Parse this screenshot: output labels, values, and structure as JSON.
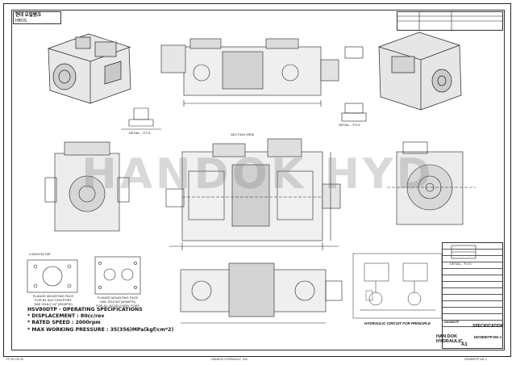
{
  "header": {
    "left_logo": "현대 오일뱅크",
    "left_sub": "HBOS"
  },
  "watermark": "HANDOK HYD",
  "specs": {
    "title": "HSV80DTP - OPERATING SPECIFICATIONS",
    "lines": [
      "* DISPLACEMENT : 80cc/rev",
      "* RATED SPEED : 2000rpm",
      "* MAX WORKING PRESSURE : 35(356)MPa(kgf/cm*2)"
    ]
  },
  "captions": {
    "flange_suction": "FLANGE MOUNTING FACE",
    "flange_suction_2": "FOR B1 SUCTION PORT",
    "flange_suction_3": "SAE J518-2 1/2\"(3000PSI)",
    "flange_delivery": "FLANGE MOUNTING FACE",
    "flange_delivery_2": "SAE J518 3/4\"(6000PSI)",
    "flange_delivery_3": "FOR A1, A2 DELIVERY PORT",
    "detail_a": "DETAIL - 'F1'/4",
    "detail_b": "DETAIL - 'F1'/4",
    "detail_c": "DETAIL - 'F1'/4",
    "sect_view": "SECTION VIEW",
    "tap_note": "4-M10X15 TAP"
  },
  "circuit": {
    "title": "HYDRAULIC CIRCUIT FOR PRINCIPLE"
  },
  "title_block": {
    "spec_title": "SPECIFICATION",
    "company_1": "HAN DOK",
    "company_2": "HYDRAULIC",
    "sheet_size": "A1",
    "drawing_no": "HSV80DTP-M1-1",
    "part": "HSV80DTP"
  },
  "footer": {
    "left": "FP 05 YM 00",
    "center": "HANDOK HYDRAULIC, INC.",
    "right": "HSV80DTP-M1-1"
  }
}
